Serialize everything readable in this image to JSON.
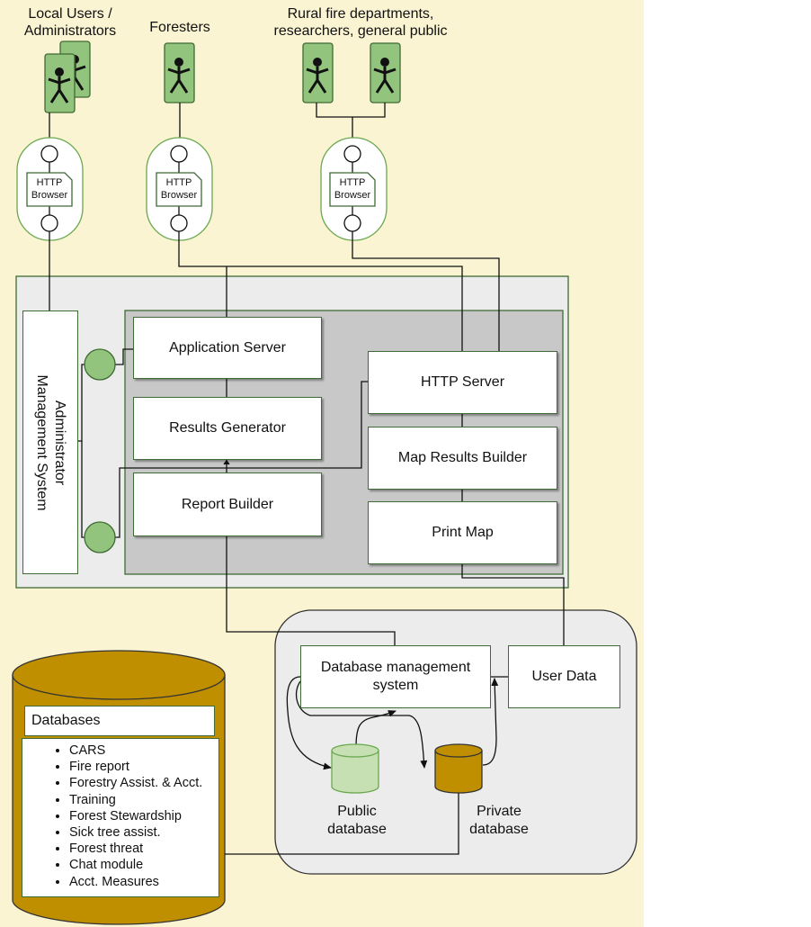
{
  "actors": {
    "group1": "Local Users /\nAdministrators",
    "group2": "Foresters",
    "group3": "Rural fire departments,\nresearchers, general public"
  },
  "browser_label": "HTTP\nBrowser",
  "admin_system": "Administrator\nManagement System",
  "components": {
    "application_server": "Application Server",
    "results_generator": "Results Generator",
    "report_builder": "Report Builder",
    "http_server": "HTTP Server",
    "map_results_builder": "Map Results Builder",
    "print_map": "Print Map",
    "dbms": "Database management\nsystem",
    "user_data": "User Data",
    "public_db": "Public\ndatabase",
    "private_db": "Private\ndatabase"
  },
  "databases": {
    "title": "Databases",
    "items": [
      "CARS",
      "Fire report",
      "Forestry Assist. & Acct.",
      "Training",
      "Forest Stewardship",
      "Sick tree assist.",
      "Forest threat",
      "Chat module",
      "Acct. Measures"
    ]
  },
  "colors": {
    "background": "#faf4d2",
    "actor_fill": "#93c47d",
    "node_green": "#3f6b34",
    "interface_fill": "#93c47d",
    "db_gold": "#bf8f00",
    "public_db_fill": "#c6e0b4",
    "panel_gray": "#ececec",
    "inner_gray": "#c8c8c8"
  }
}
